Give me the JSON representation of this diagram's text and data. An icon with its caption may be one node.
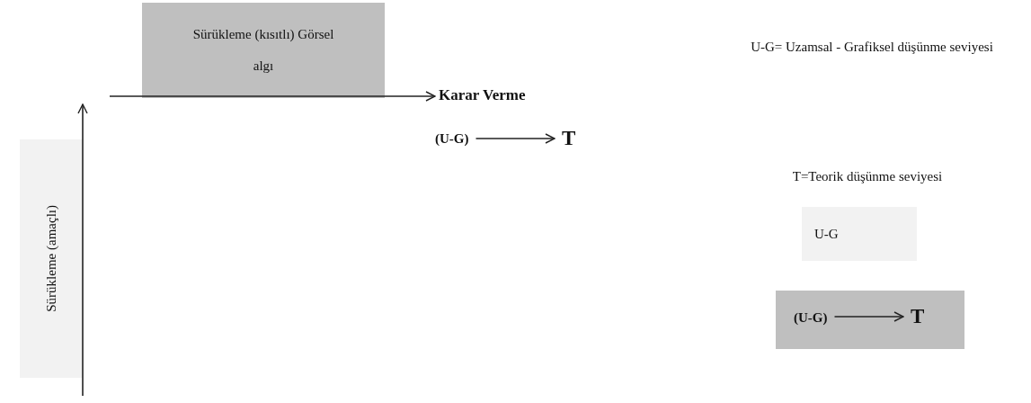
{
  "diagram": {
    "nodes": [
      {
        "text": [
          "Sürükleme (amaçlı)"
        ]
      },
      {
        "text": [
          "Sürükleme (kısıtlı) Görsel algı"
        ]
      },
      {
        "text": [
          "Karar Verme"
        ]
      },
      {
        "text": [
          "(U-G)"
        ]
      },
      {
        "text": [
          "T"
        ]
      },
      {
        "text": [
          "U-G"
        ]
      },
      {
        "text": [],
        "shape": "box"
      },
      {
        "text": [
          "(U-G)"
        ],
        "in": 6
      },
      {
        "text": [
          "T"
        ],
        "in": 6
      }
    ],
    "edges": [
      {
        "from": null,
        "to": 2,
        "arrow": "to"
      },
      {
        "from": 3,
        "to": 4,
        "arrow": "to"
      },
      {
        "from": 7,
        "to": 8,
        "arrow": "to"
      }
    ],
    "labels": [
      "U-G= Uzamsal - Grafiksel düşünme seviyesi",
      "T=Teorik düşünme seviyesi"
    ]
  }
}
